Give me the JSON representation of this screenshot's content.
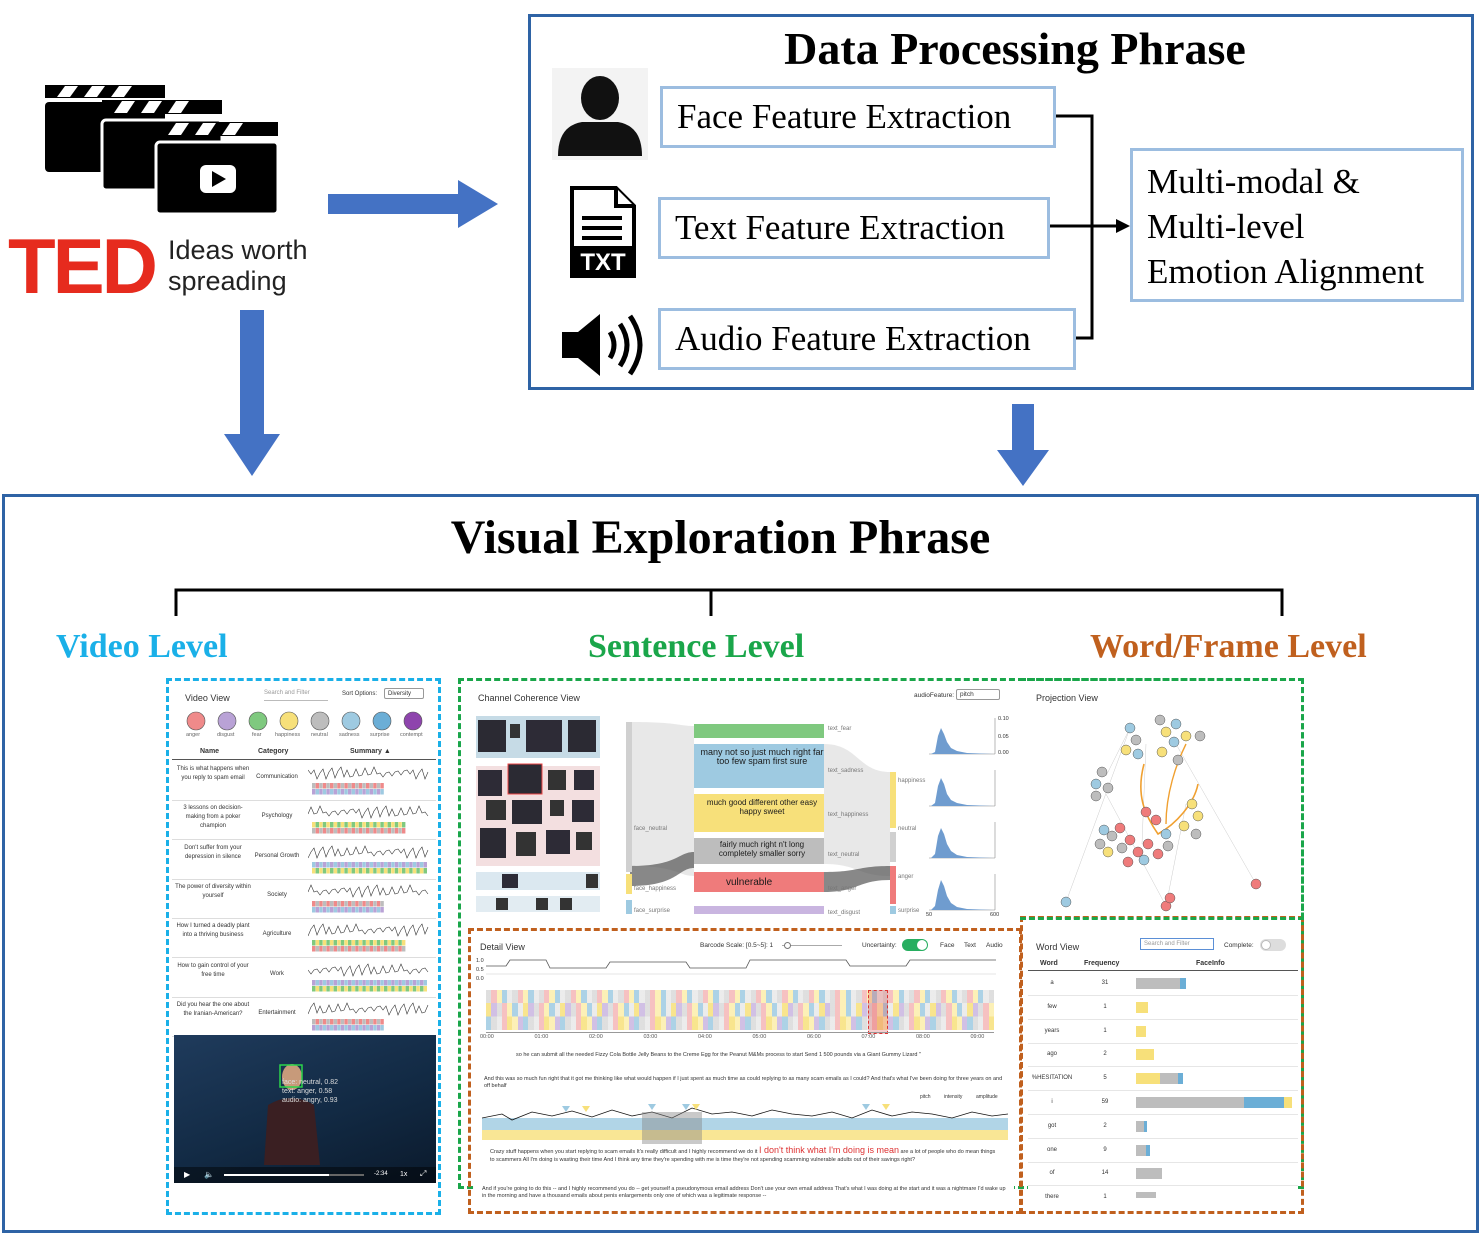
{
  "ted": {
    "logo": "TED",
    "tagline_line1": "Ideas worth",
    "tagline_line2": "spreading"
  },
  "data_processing": {
    "title": "Data Processing Phrase",
    "features": [
      {
        "label": "Face Feature Extraction",
        "icon": "person-icon"
      },
      {
        "label": "Text Feature Extraction",
        "icon": "txt-file-icon"
      },
      {
        "label": "Audio Feature Extraction",
        "icon": "speaker-icon"
      }
    ],
    "txt_badge": "TXT",
    "alignment_lines": [
      "Multi-modal &",
      "Multi-level",
      "Emotion Alignment"
    ]
  },
  "visual_exploration": {
    "title": "Visual Exploration Phrase",
    "levels": [
      {
        "label": "Video Level",
        "color": "#1ab0e8"
      },
      {
        "label": "Sentence Level",
        "color": "#1aa64a"
      },
      {
        "label": "Word/Frame Level",
        "color": "#c0601e"
      }
    ]
  },
  "video_view": {
    "title": "Video View",
    "search_placeholder": "Search and Filter",
    "sort_label": "Sort Options:",
    "sort_value": "Diversity",
    "emotions": [
      "anger",
      "disgust",
      "fear",
      "happiness",
      "neutral",
      "sadness",
      "surprise",
      "contempt"
    ],
    "columns": [
      "Name",
      "Category",
      "Summary ▲"
    ],
    "rows": [
      {
        "name": "This is what happens when you reply to spam email",
        "category": "Communication"
      },
      {
        "name": "3 lessons on decision-making from a poker champion",
        "category": "Psychology"
      },
      {
        "name": "Don't suffer from your depression in silence",
        "category": "Personal Growth"
      },
      {
        "name": "The power of diversity within yourself",
        "category": "Society"
      },
      {
        "name": "How I turned a deadly plant into a thriving business",
        "category": "Agriculture"
      },
      {
        "name": "How to gain control of your free time",
        "category": "Work"
      },
      {
        "name": "Did you hear the one about the Iranian-American?",
        "category": "Entertainment"
      }
    ],
    "overlay": [
      "face: neutral, 0.82",
      "text: anger, 0.58",
      "audio: angry, 0.93"
    ],
    "time": "-2:34",
    "speed": "1x"
  },
  "channel_view": {
    "title": "Channel Coherence View",
    "audio_feature_label": "audioFeature:",
    "audio_feature_value": "pitch",
    "left_labels": [
      "face_neutral",
      "face_happiness",
      "face_surprise"
    ],
    "right_labels": [
      "text_fear",
      "text_sadness",
      "text_happiness",
      "text_neutral",
      "text_anger",
      "text_disgust"
    ],
    "audio_labels": [
      "happiness",
      "neutral",
      "anger",
      "surprise"
    ],
    "hist_ticks": [
      "0.10",
      "0.05",
      "0.00"
    ],
    "hist_x": [
      "50",
      "600"
    ],
    "words_blue": "many not so just much right far too few spam first sure",
    "words_yellow": "much good different other easy happy sweet",
    "words_gray": "fairly much right n't long completely smaller sorry",
    "words_red": "vulnerable"
  },
  "detail_view": {
    "title": "Detail View",
    "barcode_label": "Barcode Scale: [0.5~5]: 1",
    "uncertainty_label": "Uncertainty:",
    "radio_labels": [
      "Face",
      "Text",
      "Audio"
    ],
    "y_ticks": [
      "1.0",
      "0.5",
      "0.0"
    ],
    "time_ticks": [
      "00:00",
      "01:00",
      "02:00",
      "03:00",
      "04:00",
      "05:00",
      "06:00",
      "07:00",
      "08:00",
      "09:00"
    ],
    "sentence1": "so he can submit all the needed Fizzy Cola Bottle Jelly Beans to the Creme Egg for the Peanut M&Ms process to start Send 1 500 pounds via a Giant Gummy Lizard \"",
    "sentence2": "And this was so much fun right that it got me thinking like what would happen if I just spent as much time as could replying to as many scam emails as I could? And that's what I've been doing for three years on and off behalf",
    "legend": [
      "pitch",
      "intensity",
      "amplitude"
    ],
    "sentence3a": "Crazy stuff happens when you start replying to scam emails It's really difficult and I highly recommend we do it",
    "sentence3b": "I don't think what I'm doing is mean",
    "sentence3c": "are a lot of people who do mean things to scammers All I'm doing is wasting their time And I think any time they're spending with me is time they're not spending scamming vulnerable adults out of their savings right?",
    "sentence4": "And if you're going to do this -- and I highly recommend you do -- get yourself a pseudonymous email address Don't use your own email address That's what I was doing at the start and it was a nightmare I'd wake up in the morning and have a thousand emails about penis enlargements only one of which was a legitimate response --"
  },
  "projection_view": {
    "title": "Projection View"
  },
  "word_view": {
    "title": "Word View",
    "search_placeholder": "Search and Filter",
    "complete_label": "Complete:",
    "columns": [
      "Word",
      "Frequency",
      "FaceInfo"
    ],
    "rows": [
      {
        "word": "a",
        "freq": "31",
        "bars": [
          {
            "w": 44,
            "c": "#bdbdbd"
          },
          {
            "w": 6,
            "c": "#6baed6"
          }
        ]
      },
      {
        "word": "few",
        "freq": "1",
        "bars": [
          {
            "w": 12,
            "c": "#f7e07a"
          }
        ]
      },
      {
        "word": "years",
        "freq": "1",
        "bars": [
          {
            "w": 10,
            "c": "#f7e07a"
          }
        ]
      },
      {
        "word": "ago",
        "freq": "2",
        "bars": [
          {
            "w": 18,
            "c": "#f7e07a"
          }
        ]
      },
      {
        "word": "%HESITATION",
        "freq": "5",
        "bars": [
          {
            "w": 24,
            "c": "#f7e07a"
          },
          {
            "w": 18,
            "c": "#bdbdbd"
          },
          {
            "w": 5,
            "c": "#6baed6"
          }
        ]
      },
      {
        "word": "i",
        "freq": "59",
        "bars": [
          {
            "w": 108,
            "c": "#bdbdbd"
          },
          {
            "w": 40,
            "c": "#6baed6"
          },
          {
            "w": 8,
            "c": "#f7e07a"
          }
        ]
      },
      {
        "word": "got",
        "freq": "2",
        "bars": [
          {
            "w": 8,
            "c": "#bdbdbd"
          },
          {
            "w": 3,
            "c": "#6baed6"
          }
        ]
      },
      {
        "word": "one",
        "freq": "9",
        "bars": [
          {
            "w": 10,
            "c": "#bdbdbd"
          },
          {
            "w": 4,
            "c": "#6baed6"
          }
        ]
      },
      {
        "word": "of",
        "freq": "14",
        "bars": [
          {
            "w": 26,
            "c": "#bdbdbd"
          }
        ]
      },
      {
        "word": "there",
        "freq": "1",
        "bars": [
          {
            "w": 20,
            "c": "#bdbdbd"
          }
        ]
      }
    ]
  },
  "colors": {
    "frame_blue": "#2e63a5",
    "arrow_blue": "#4472c4",
    "ted_red": "#e62b1e",
    "light_box_border": "#9cbde0"
  }
}
